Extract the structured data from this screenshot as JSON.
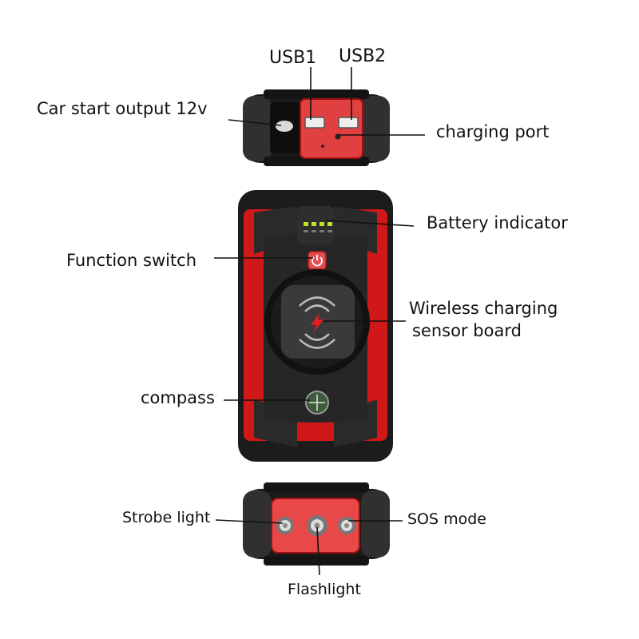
{
  "labels": {
    "usb1": "USB1",
    "usb2": "USB2",
    "car_start": "Car start output 12v",
    "charging_port": "charging port",
    "battery_indicator": "Battery indicator",
    "function_switch": "Function switch",
    "wireless_line1": "Wireless charging",
    "wireless_line2": "sensor board",
    "compass": "compass",
    "strobe_light": "Strobe light",
    "sos_mode": "SOS mode",
    "flashlight": "Flashlight"
  },
  "colors": {
    "body_red": "#d01818",
    "panel_red": "#e84848",
    "shell_black": "#1c1c1c",
    "rubber_dark": "#2a2a2a",
    "indicator_green": "#c8e020"
  }
}
